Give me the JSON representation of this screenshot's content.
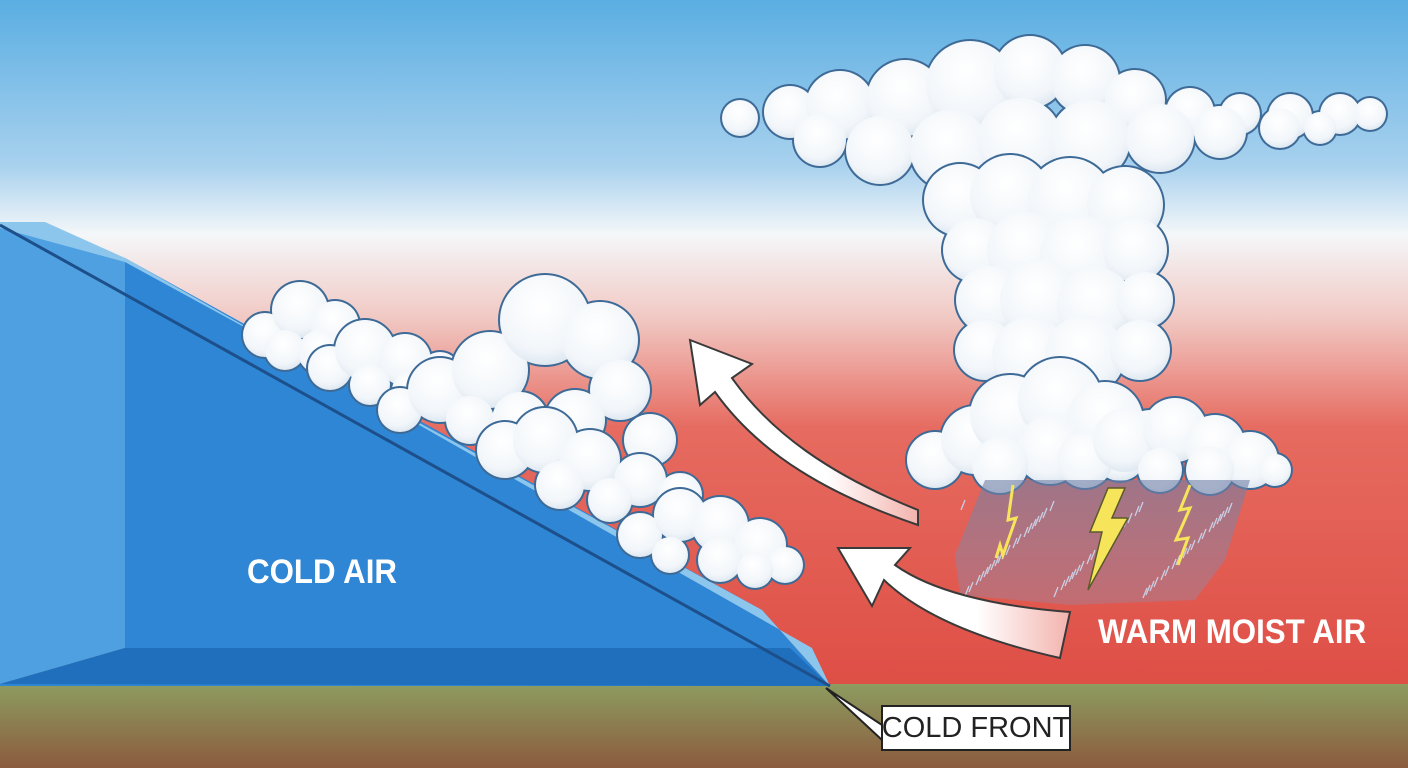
{
  "labels": {
    "cold_air": "COLD AIR",
    "warm_air": "WARM MOIST AIR",
    "front": "COLD FRONT"
  },
  "colors": {
    "sky_top": "#5aaee2",
    "sky_mid": "#f3f6f8",
    "warm_air": "#e0544c",
    "cold_air_face": "#2e86d4",
    "cold_air_side": "#4ea0e0",
    "cold_air_top": "#86c1ea",
    "ground_top": "#8a9a5e",
    "ground_bottom": "#8a5a3e",
    "cloud_fill": "#ffffff",
    "cloud_shade": "#dfe8f1",
    "cloud_outline": "#3d6a96",
    "lightning": "#f6e45a",
    "rain": "#9aa6c4"
  },
  "icons": [
    "lightning-bolt-icon",
    "curved-arrow-icon"
  ]
}
